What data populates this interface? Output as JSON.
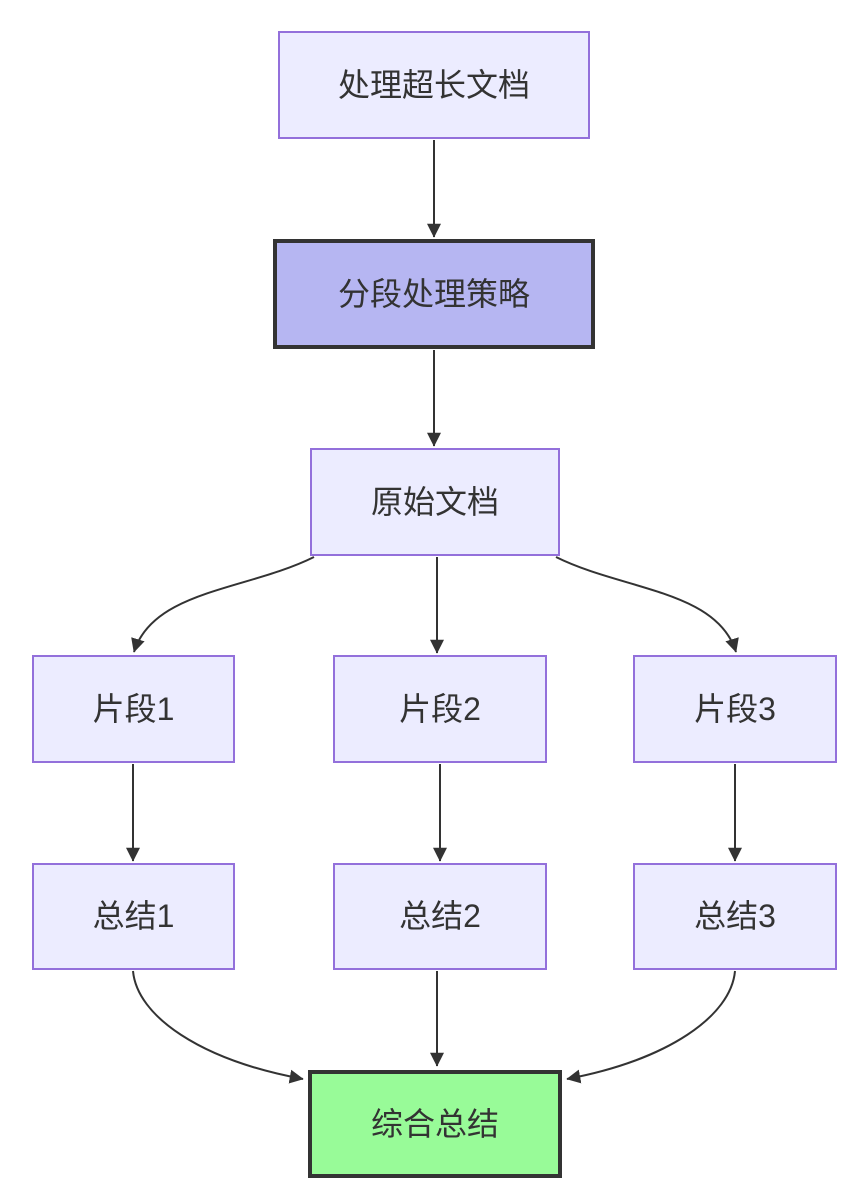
{
  "diagram": {
    "type": "flowchart",
    "direction": "top-down",
    "nodes": {
      "task": {
        "label": "处理超长文档",
        "style": "default"
      },
      "strategy": {
        "label": "分段处理策略",
        "style": "emphasis"
      },
      "source": {
        "label": "原始文档",
        "style": "default"
      },
      "seg1": {
        "label": "片段1",
        "style": "default"
      },
      "seg2": {
        "label": "片段2",
        "style": "default"
      },
      "seg3": {
        "label": "片段3",
        "style": "default"
      },
      "sum1": {
        "label": "总结1",
        "style": "default"
      },
      "sum2": {
        "label": "总结2",
        "style": "default"
      },
      "sum3": {
        "label": "总结3",
        "style": "default"
      },
      "final": {
        "label": "综合总结",
        "style": "result"
      }
    },
    "edges": [
      {
        "from": "task",
        "to": "strategy"
      },
      {
        "from": "strategy",
        "to": "source"
      },
      {
        "from": "source",
        "to": "seg1"
      },
      {
        "from": "source",
        "to": "seg2"
      },
      {
        "from": "source",
        "to": "seg3"
      },
      {
        "from": "seg1",
        "to": "sum1"
      },
      {
        "from": "seg2",
        "to": "sum2"
      },
      {
        "from": "seg3",
        "to": "sum3"
      },
      {
        "from": "sum1",
        "to": "final"
      },
      {
        "from": "sum2",
        "to": "final"
      },
      {
        "from": "sum3",
        "to": "final"
      }
    ],
    "colors": {
      "background": "#FFFFFF",
      "node_fill": "#ECECFF",
      "node_border": "#9370DB",
      "emphasis_fill": "#B6B6F2",
      "emphasis_border": "#333333",
      "result_fill": "#98FB98",
      "result_border": "#333333",
      "edge": "#333333",
      "text": "#333333"
    }
  }
}
